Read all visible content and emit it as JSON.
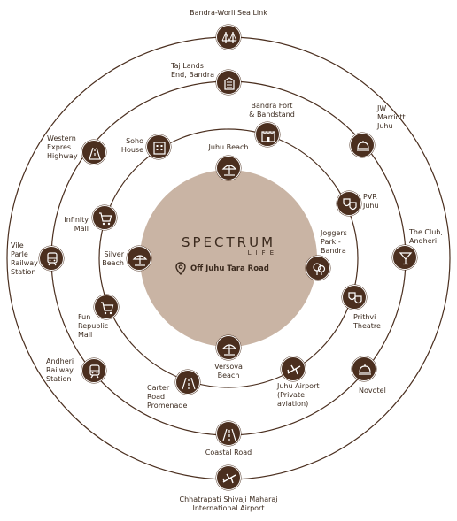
{
  "brand": {
    "name": "SPECTRUM",
    "sub": "LIFE",
    "location": "Off Juhu Tara Road"
  },
  "colors": {
    "icon_fill": "#4b2f1f",
    "center_fill": "#c9b4a4",
    "ring_stroke": "#4b2f1f",
    "text": "#3b2a1e"
  },
  "landmarks": [
    {
      "id": "juhu-beach",
      "label": "Juhu Beach",
      "icon": "beach-umbrella-icon"
    },
    {
      "id": "silver-beach",
      "label": "Silver\nBeach",
      "icon": "beach-umbrella-icon"
    },
    {
      "id": "versova-beach",
      "label": "Versova\nBeach",
      "icon": "beach-umbrella-icon"
    },
    {
      "id": "joggers-park",
      "label": "Joggers\nPark -\nBandra",
      "icon": "park-tree-icon"
    },
    {
      "id": "soho-house",
      "label": "Soho\nHouse",
      "icon": "building-icon"
    },
    {
      "id": "bandra-fort",
      "label": "Bandra Fort\n& Bandstand",
      "icon": "fort-icon"
    },
    {
      "id": "pvr-juhu",
      "label": "PVR\nJuhu",
      "icon": "theatre-masks-icon"
    },
    {
      "id": "infinity-mall",
      "label": "Infinity\nMall",
      "icon": "shopping-cart-icon"
    },
    {
      "id": "fun-republic",
      "label": "Fun\nRepublic\nMall",
      "icon": "shopping-cart-icon"
    },
    {
      "id": "prithvi-theatre",
      "label": "Prithvi\nTheatre",
      "icon": "theatre-masks-icon"
    },
    {
      "id": "carter-road",
      "label": "Carter\nRoad\nPromenade",
      "icon": "road-icon"
    },
    {
      "id": "juhu-airport",
      "label": "Juhu Airport\n(Private\naviation)",
      "icon": "airplane-icon"
    },
    {
      "id": "taj-lands-end",
      "label": "Taj Lands\nEnd, Bandra",
      "icon": "hotel-icon"
    },
    {
      "id": "western-express",
      "label": "Western\nExpres\nHighway",
      "icon": "highway-icon"
    },
    {
      "id": "jw-marriott",
      "label": "JW\nMarriott\nJuhu",
      "icon": "cloche-icon"
    },
    {
      "id": "vile-parle",
      "label": "Vile\nParle\nRailway\nStation",
      "icon": "train-icon"
    },
    {
      "id": "the-club",
      "label": "The Club,\nAndheri",
      "icon": "cocktail-icon"
    },
    {
      "id": "andheri-station",
      "label": "Andheri\nRailway\nStation",
      "icon": "train-icon"
    },
    {
      "id": "novotel",
      "label": "Novotel",
      "icon": "cloche-icon"
    },
    {
      "id": "coastal-road",
      "label": "Coastal Road",
      "icon": "road-icon"
    },
    {
      "id": "sea-link",
      "label": "Bandra-Worli Sea Link",
      "icon": "bridge-icon"
    },
    {
      "id": "csmia",
      "label": "Chhatrapati Shivaji Maharaj\nInternational Airport",
      "icon": "airplane-icon"
    }
  ]
}
